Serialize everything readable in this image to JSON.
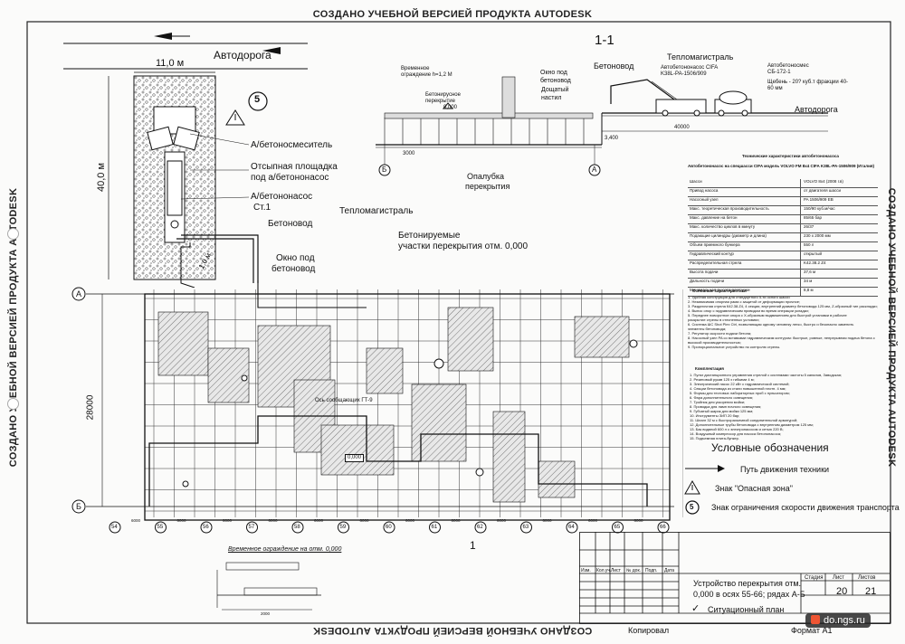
{
  "watermark": "СОЗДАНО УЧЕБНОЙ ВЕРСИЕЙ ПРОДУКТА AUTODESK",
  "site_plan": {
    "road_label": "Автодорога",
    "width_dim": "11,0 м",
    "height_dim": "40,0 м",
    "speed_sign": "5",
    "labels": {
      "mixer": "А/бетоносмеситель",
      "platform_line1": "Отсыпная площадка",
      "platform_line2": "под а/бетононасос",
      "pump_line1": "А/бетононасос",
      "pump_line2": "Ст.1",
      "concrete_line": "Бетоновод",
      "heat_line": "Тепломагистраль",
      "window_line1": "Окно под",
      "window_line2": "бетоновод",
      "dim_10": "1,0 м",
      "sections_line1": "Бетонируемые",
      "sections_line2": "участки перекрытия отм. 0,000"
    }
  },
  "section": {
    "title": "1-1",
    "labels": {
      "fence": "Временное ограждение h=1,2 М",
      "timber": "Бетонирусное перекрытие",
      "window_line1": "Окно под",
      "window_line2": "бетоновод",
      "decking_line1": "Дощатый",
      "decking_line2": "настил",
      "concrete_line": "Бетоновод",
      "heat_line": "Тепломагистраль",
      "pump": "Автобетононасос CIFA K38L-PA-1506/909",
      "mixer": "Автобетоносмес СБ-172-1",
      "gravel": "Щебень - 20? куб.т фракции 40-60 мм",
      "road": "Автодорога",
      "formwork_line1": "Опалубка",
      "formwork_line2": "перекрытия",
      "axis_b": "Б",
      "axis_a": "А",
      "dim_total": "40000",
      "dim_3400": "3,400",
      "level_0": "0,000",
      "dim_3000": "3000"
    }
  },
  "tech": {
    "title": "Технические характеристики автобетононасоса",
    "subtitle": "Автобетононасос на спецшасси CIFA модель VOLVO FM 8х4 CIFA K38L-PA-1506/909 (Италия)",
    "rows": [
      [
        "Шасси",
        "VOLVO 8х4 (2008 г.в)"
      ],
      [
        "Привод насоса",
        "от двигателя шасси"
      ],
      [
        "Насосный узел",
        "PA 1506/909 EB"
      ],
      [
        "Макс. теоретическая производительность",
        "150/90 куб.м/час"
      ],
      [
        "Макс. давление на бетон",
        "85/65 бар"
      ],
      [
        "Макс. количество циклов в минуту",
        "26/37"
      ],
      [
        "Подающие цилиндры (диаметр и длина)",
        "230 х 2000 мм"
      ],
      [
        "Объем приемного бункера",
        "550 л"
      ],
      [
        "Гидравлический контур",
        "открытый"
      ],
      [
        "Распределительная стрела",
        "K42.38.2 Z4"
      ],
      [
        "Высота подачи",
        "37,6 м"
      ],
      [
        "Дальность подачи",
        "34 м"
      ],
      [
        "Минимальная высота разгрузки",
        "8,8 м"
      ]
    ],
    "notes_title": "Основные характеристики",
    "notes": [
      "1. Удобная конструкция для стандартного 5-ти осного шасси",
      "2. Независимая опорная рама с защитой от деформации прочное;",
      "3. Раздаточная стрела К42.38.Z4, 4 секции, внутренний диаметр бетоновода 125 мм, Z-образный тип раскладки;",
      "4. Вынос опор с гидравлическим приводом во время операции укладки;",
      "5. Переднее поворотное опора с Х-образным выдвижением для быстрой установки в рабочее",
      "раскрытие стрелы в стесненных условиях;",
      "6. Система ШС Shot Plex Ctrl, позволяющая одному человеку легко, быстро и безопасно заменить",
      "элементы бетоновода;",
      "7. Регулятор скорости подачи бетона;",
      "8. Насосный узел PA со вставками гидравлическим контуром: быстрые, ровные, непрерывная подача бетона с высокой производительностью;",
      "9. Пропорциональное устройство по контролю стрелы."
    ],
    "kit_title": "Комплектация",
    "kit": [
      "1. Пульт дистанционного управления стрелой с системами частоты 5 каналов, Заводская;",
      "2. Резиновый рукав 125 х гибкими 4 м;",
      "3. Электрический насос 22 кВт с гидравлической системой;",
      "4. Секции бетоновода из стали повышенной плотн. 4 мм;",
      "5. Формы для тестовых лабораторных проб с пульсатором;",
      "6. Фара дополнительного освещения;",
      "7. Тройник для ускорения мойки;",
      "8. Проводка для ламп ночного освещения;",
      "9. Губчатый шарик для мойки 125 мм;",
      "10. Инструменты ЗИП 20 бар;",
      "11. Шланг 32 м с быстроразъемной соединительной арматурой;",
      "12. Дополнительные трубы бетоновода с внутренним диаметром 125 мм;",
      "13. Бак водяной 600 л с электронасосом и сетью 220 В;",
      "14. Воздушный компрессор для насоса бетононасоса;",
      "15. Подъемная плита-бункер."
    ]
  },
  "legend": {
    "title": "Условные обозначения",
    "items": [
      "Путь движения техники",
      "Знак \"Опасная зона\"",
      "Знак ограничения скорости движения транспорта"
    ],
    "speed_sign": "5"
  },
  "plan": {
    "dim_28000": "28000",
    "axis_a": "А",
    "axis_b": "Б",
    "axis_numbers": [
      "54",
      "55",
      "56",
      "57",
      "58",
      "59",
      "60",
      "61",
      "62",
      "63",
      "64",
      "65",
      "66"
    ],
    "spacing": "6000",
    "spacing_3000": "3000",
    "section_mark": "1",
    "axis_note": "Ось сообщающих ГТ-9",
    "level_box": "0,000"
  },
  "fence_detail": {
    "title": "Временное ограждение на отм. 0,000",
    "dim_top": "2000"
  },
  "title_block": {
    "headers": [
      "Изм.",
      "Кол.уч.",
      "Лист",
      "№ док.",
      "Подп.",
      "Дата"
    ],
    "stage_label": "Стадия",
    "sheet_label": "Лист",
    "sheets_label": "Листов",
    "title_line1": "Устройство перекрытия отм.",
    "title_line2": "0,000 в осях 55-66; рядах А-Б",
    "sheet": "20",
    "sheets": "21",
    "drawing_name": "Ситуационный план",
    "copied": "Копировал",
    "format": "Формат А1"
  },
  "site_badge": "do.ngs.ru"
}
